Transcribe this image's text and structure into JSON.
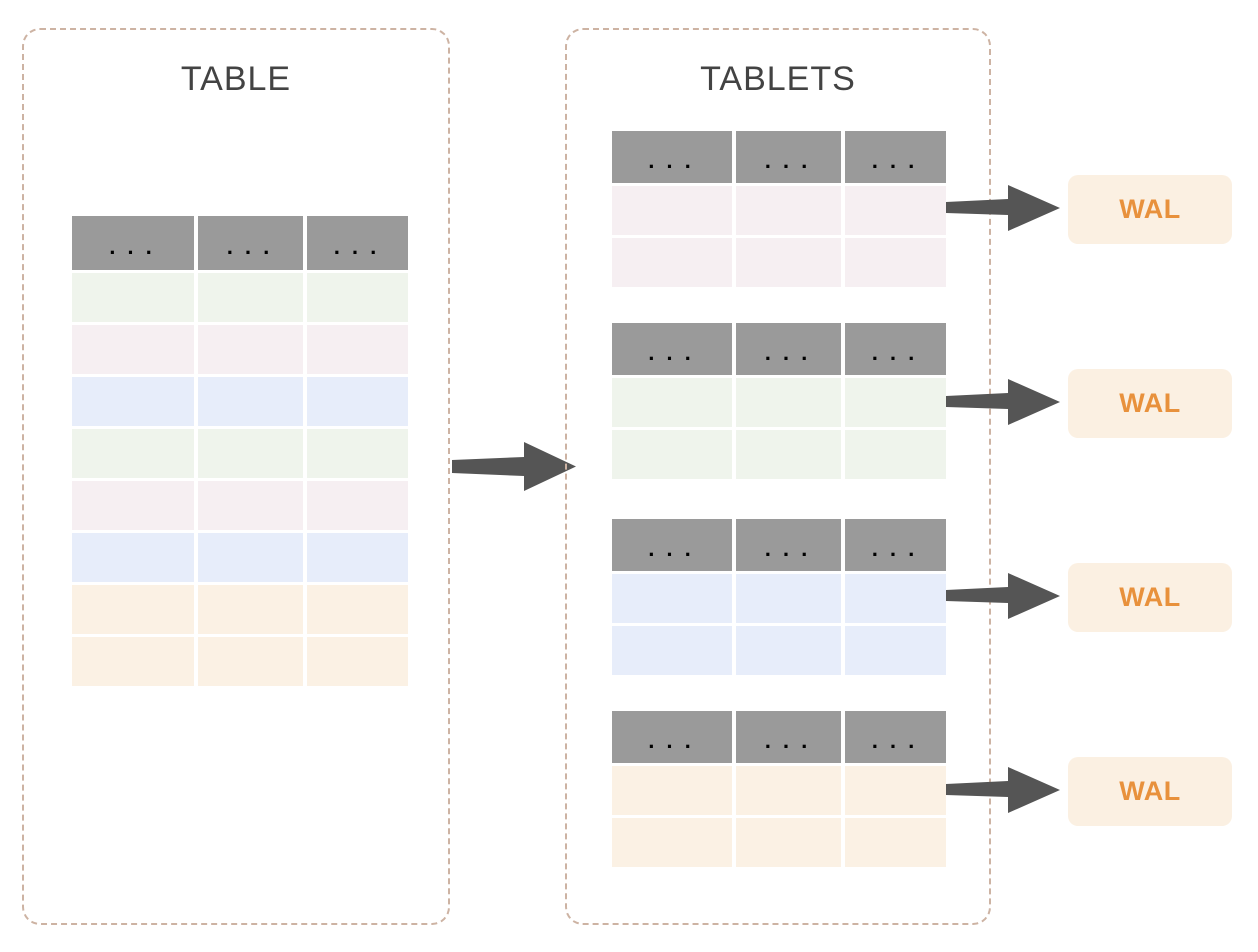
{
  "diagram": {
    "title_left": "TABLE",
    "title_right": "TABLETS",
    "cell_dots": "...",
    "arrow_main_name": "table-to-tablets-arrow",
    "palette": {
      "header_gray": "#9a9a9a",
      "green": "#eff4ec",
      "pink": "#f6eff2",
      "blue": "#e7edfa",
      "orange": "#fbf1e4",
      "border_dash": "#cdb3a3",
      "arrow_gray": "#555555",
      "wal_bg": "#fbf0e2",
      "wal_text": "#e8913c",
      "title_text": "#434343"
    }
  },
  "table_panel": {
    "title": "TABLE",
    "columns": 3,
    "header_cells": [
      "...",
      "...",
      "..."
    ],
    "rows": [
      {
        "color": "#eff4ec",
        "name": "green"
      },
      {
        "color": "#f6eff2",
        "name": "pink"
      },
      {
        "color": "#e7edfa",
        "name": "blue"
      },
      {
        "color": "#eff4ec",
        "name": "green"
      },
      {
        "color": "#f6eff2",
        "name": "pink"
      },
      {
        "color": "#e7edfa",
        "name": "blue"
      },
      {
        "color": "#fbf1e4",
        "name": "orange"
      },
      {
        "color": "#fbf1e4",
        "name": "orange"
      }
    ]
  },
  "tablets_panel": {
    "title": "TABLETS",
    "tablets": [
      {
        "index": 1,
        "color": "#f6eff2",
        "color_name": "pink",
        "header_cells": [
          "...",
          "...",
          "..."
        ],
        "data_row_count": 2,
        "wal_label": "WAL"
      },
      {
        "index": 2,
        "color": "#eff4ec",
        "color_name": "green",
        "header_cells": [
          "...",
          "...",
          "..."
        ],
        "data_row_count": 2,
        "wal_label": "WAL"
      },
      {
        "index": 3,
        "color": "#e7edfa",
        "color_name": "blue",
        "header_cells": [
          "...",
          "...",
          "..."
        ],
        "data_row_count": 2,
        "wal_label": "WAL"
      },
      {
        "index": 4,
        "color": "#fbf1e4",
        "color_name": "orange",
        "header_cells": [
          "...",
          "...",
          "..."
        ],
        "data_row_count": 2,
        "wal_label": "WAL"
      }
    ]
  }
}
